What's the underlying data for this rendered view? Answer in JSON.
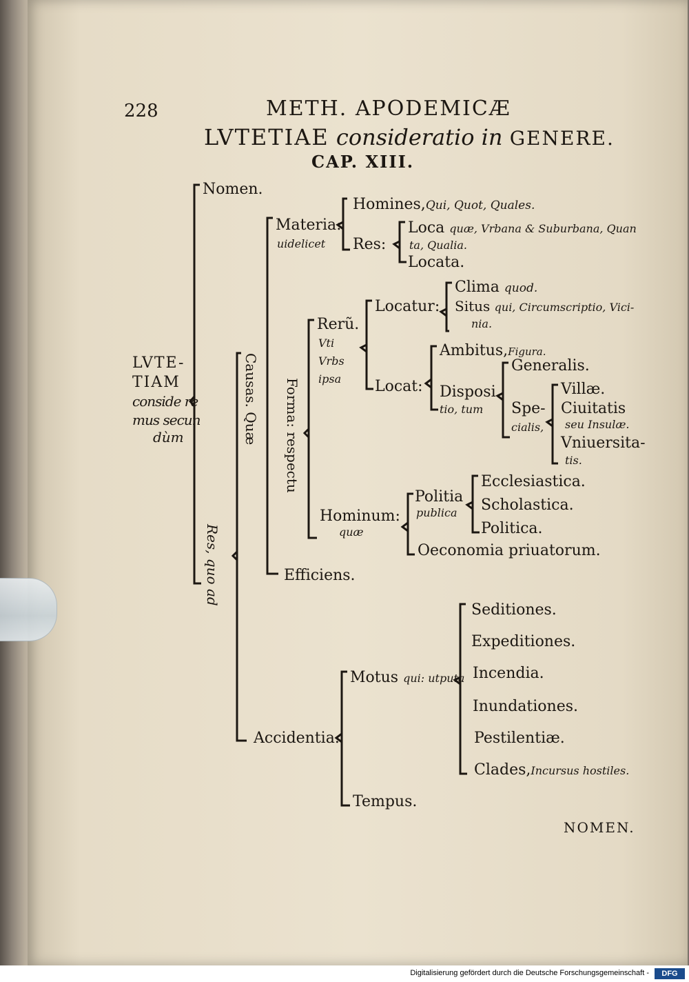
{
  "header": {
    "page_number": "228",
    "running_title": "METH. APODEMICÆ",
    "title_upright": "LVTETIAE",
    "title_italic": "consideratio in",
    "title_tail": "GENERE.",
    "chapter": "CAP. XIII."
  },
  "root": {
    "line1": "LVTE-",
    "line2": "TIAM",
    "line3": "conside re",
    "line4": "mus secun",
    "line5": "dùm"
  },
  "tree": {
    "nomen": "Nomen.",
    "res_quo_ad": "Res, quo ad",
    "causas_quae": "Causas. Quæ",
    "materia": "Materia:",
    "videlicet": "uidelicet",
    "homines": "Homines,",
    "homines_italic": "Qui, Quot, Quales.",
    "res": "Res:",
    "loca": "Loca",
    "loca_italic": "quæ, Vrbana & Suburbana, Quan",
    "loca_cont": "ta, Qualia.",
    "locata": "Locata.",
    "forma": "Forma: respectu",
    "reru": "Rerũ.",
    "vti": "Vti",
    "vrbs": "Vrbs",
    "ipsa": "ipsa",
    "locatur": "Locatur:",
    "clima": "Clima",
    "clima_italic": "quod.",
    "situs": "Situs",
    "situs_italic": "qui, Circumscriptio, Vici-",
    "situs_cont": "nia.",
    "locat": "Locat:",
    "ambitus": "Ambitus,",
    "figura": "Figura.",
    "disposi": "Disposi",
    "tio_tum": "tio, tum",
    "generalis": "Generalis.",
    "spe": "Spe-",
    "cialis": "cialis,",
    "villae": "Villæ.",
    "ciuitatis": "Ciuitatis",
    "seu_insulae": "seu Insulæ.",
    "vniuersita": "Vniuersita-",
    "tis": "tis.",
    "hominum": "Hominum:",
    "quae": "quæ",
    "politia": "Politia",
    "publica": "publica",
    "ecclesiastica": "Ecclesiastica.",
    "scholastica": "Scholastica.",
    "politica": "Politica.",
    "oeconomia": "Oeconomia priuatorum.",
    "efficiens": "Efficiens.",
    "accidentia": "Accidentia.",
    "motus": "Motus",
    "motus_italic": "qui: utputa",
    "seditiones": "Seditiones.",
    "expeditiones": "Expeditiones.",
    "incendia": "Incendia.",
    "inundationes": "Inundationes.",
    "pestilentiae": "Pestilentiæ.",
    "clades": "Clades,",
    "clades_italic": "Incursus hostiles.",
    "tempus": "Tempus."
  },
  "catchword": "NOMEN.",
  "footer": {
    "text": "Digitalisierung gefördert durch die Deutsche Forschungsgemeinschaft -",
    "logo": "DFG"
  }
}
